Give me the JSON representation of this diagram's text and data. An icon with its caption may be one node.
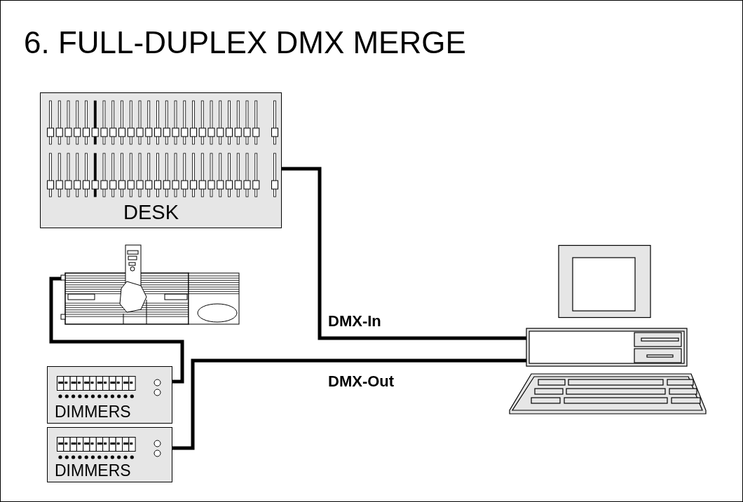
{
  "diagram": {
    "title": "6. FULL-DUPLEX DMX MERGE",
    "nodes": [
      {
        "text": [
          "DESK"
        ]
      },
      {
        "text": [],
        "shape": "picture"
      },
      {
        "text": [
          "DIMMERS"
        ]
      },
      {
        "text": [
          "DIMMERS"
        ]
      },
      {
        "text": [],
        "shape": "picture"
      }
    ],
    "edges": [
      {
        "from": 0,
        "to": 4,
        "arrow": "none",
        "label": "DMX-In"
      },
      {
        "from": 4,
        "to": 3,
        "arrow": "none",
        "label": "DMX-Out"
      },
      {
        "from": 1,
        "to": 2,
        "arrow": "none"
      }
    ]
  }
}
